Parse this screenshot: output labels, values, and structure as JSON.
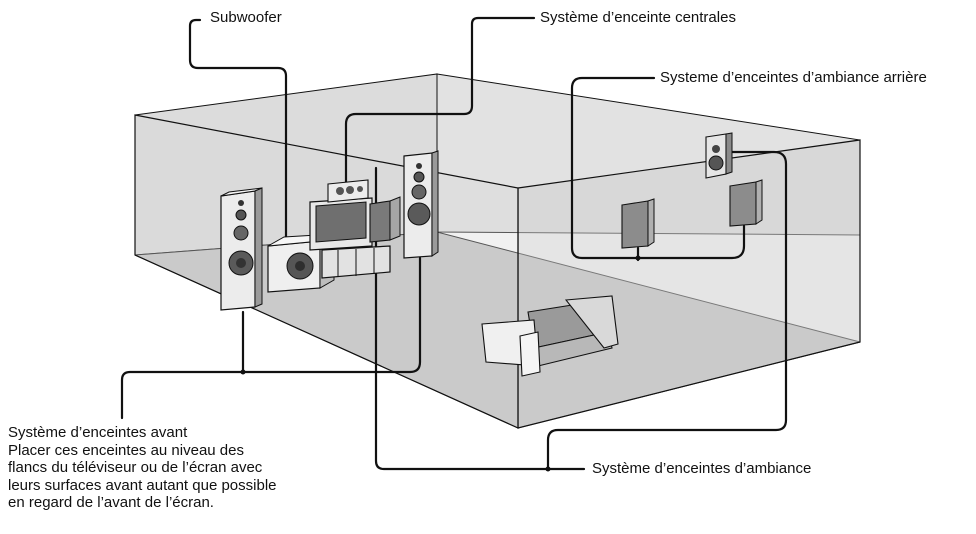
{
  "labels": {
    "subwoofer": "Subwoofer",
    "center": "Système d’enceinte centrales",
    "surround_back": "Systeme d’enceintes d’ambiance arrière",
    "surround": "Système d’enceintes d’ambiance",
    "front_title": "Système d’enceintes avant",
    "front_desc": [
      "Placer ces enceintes au niveau des",
      "flancs du téléviseur ou de l’écran avec",
      "leurs surfaces avant autant que possible",
      "en regard de l’avant de l’écran."
    ]
  },
  "colors": {
    "room_fill": "#d9d9d9",
    "floor_fill": "#c4c4c4",
    "line": "#111111",
    "speaker_fill": "#e6e6e6",
    "speaker_dark": "#707070"
  }
}
